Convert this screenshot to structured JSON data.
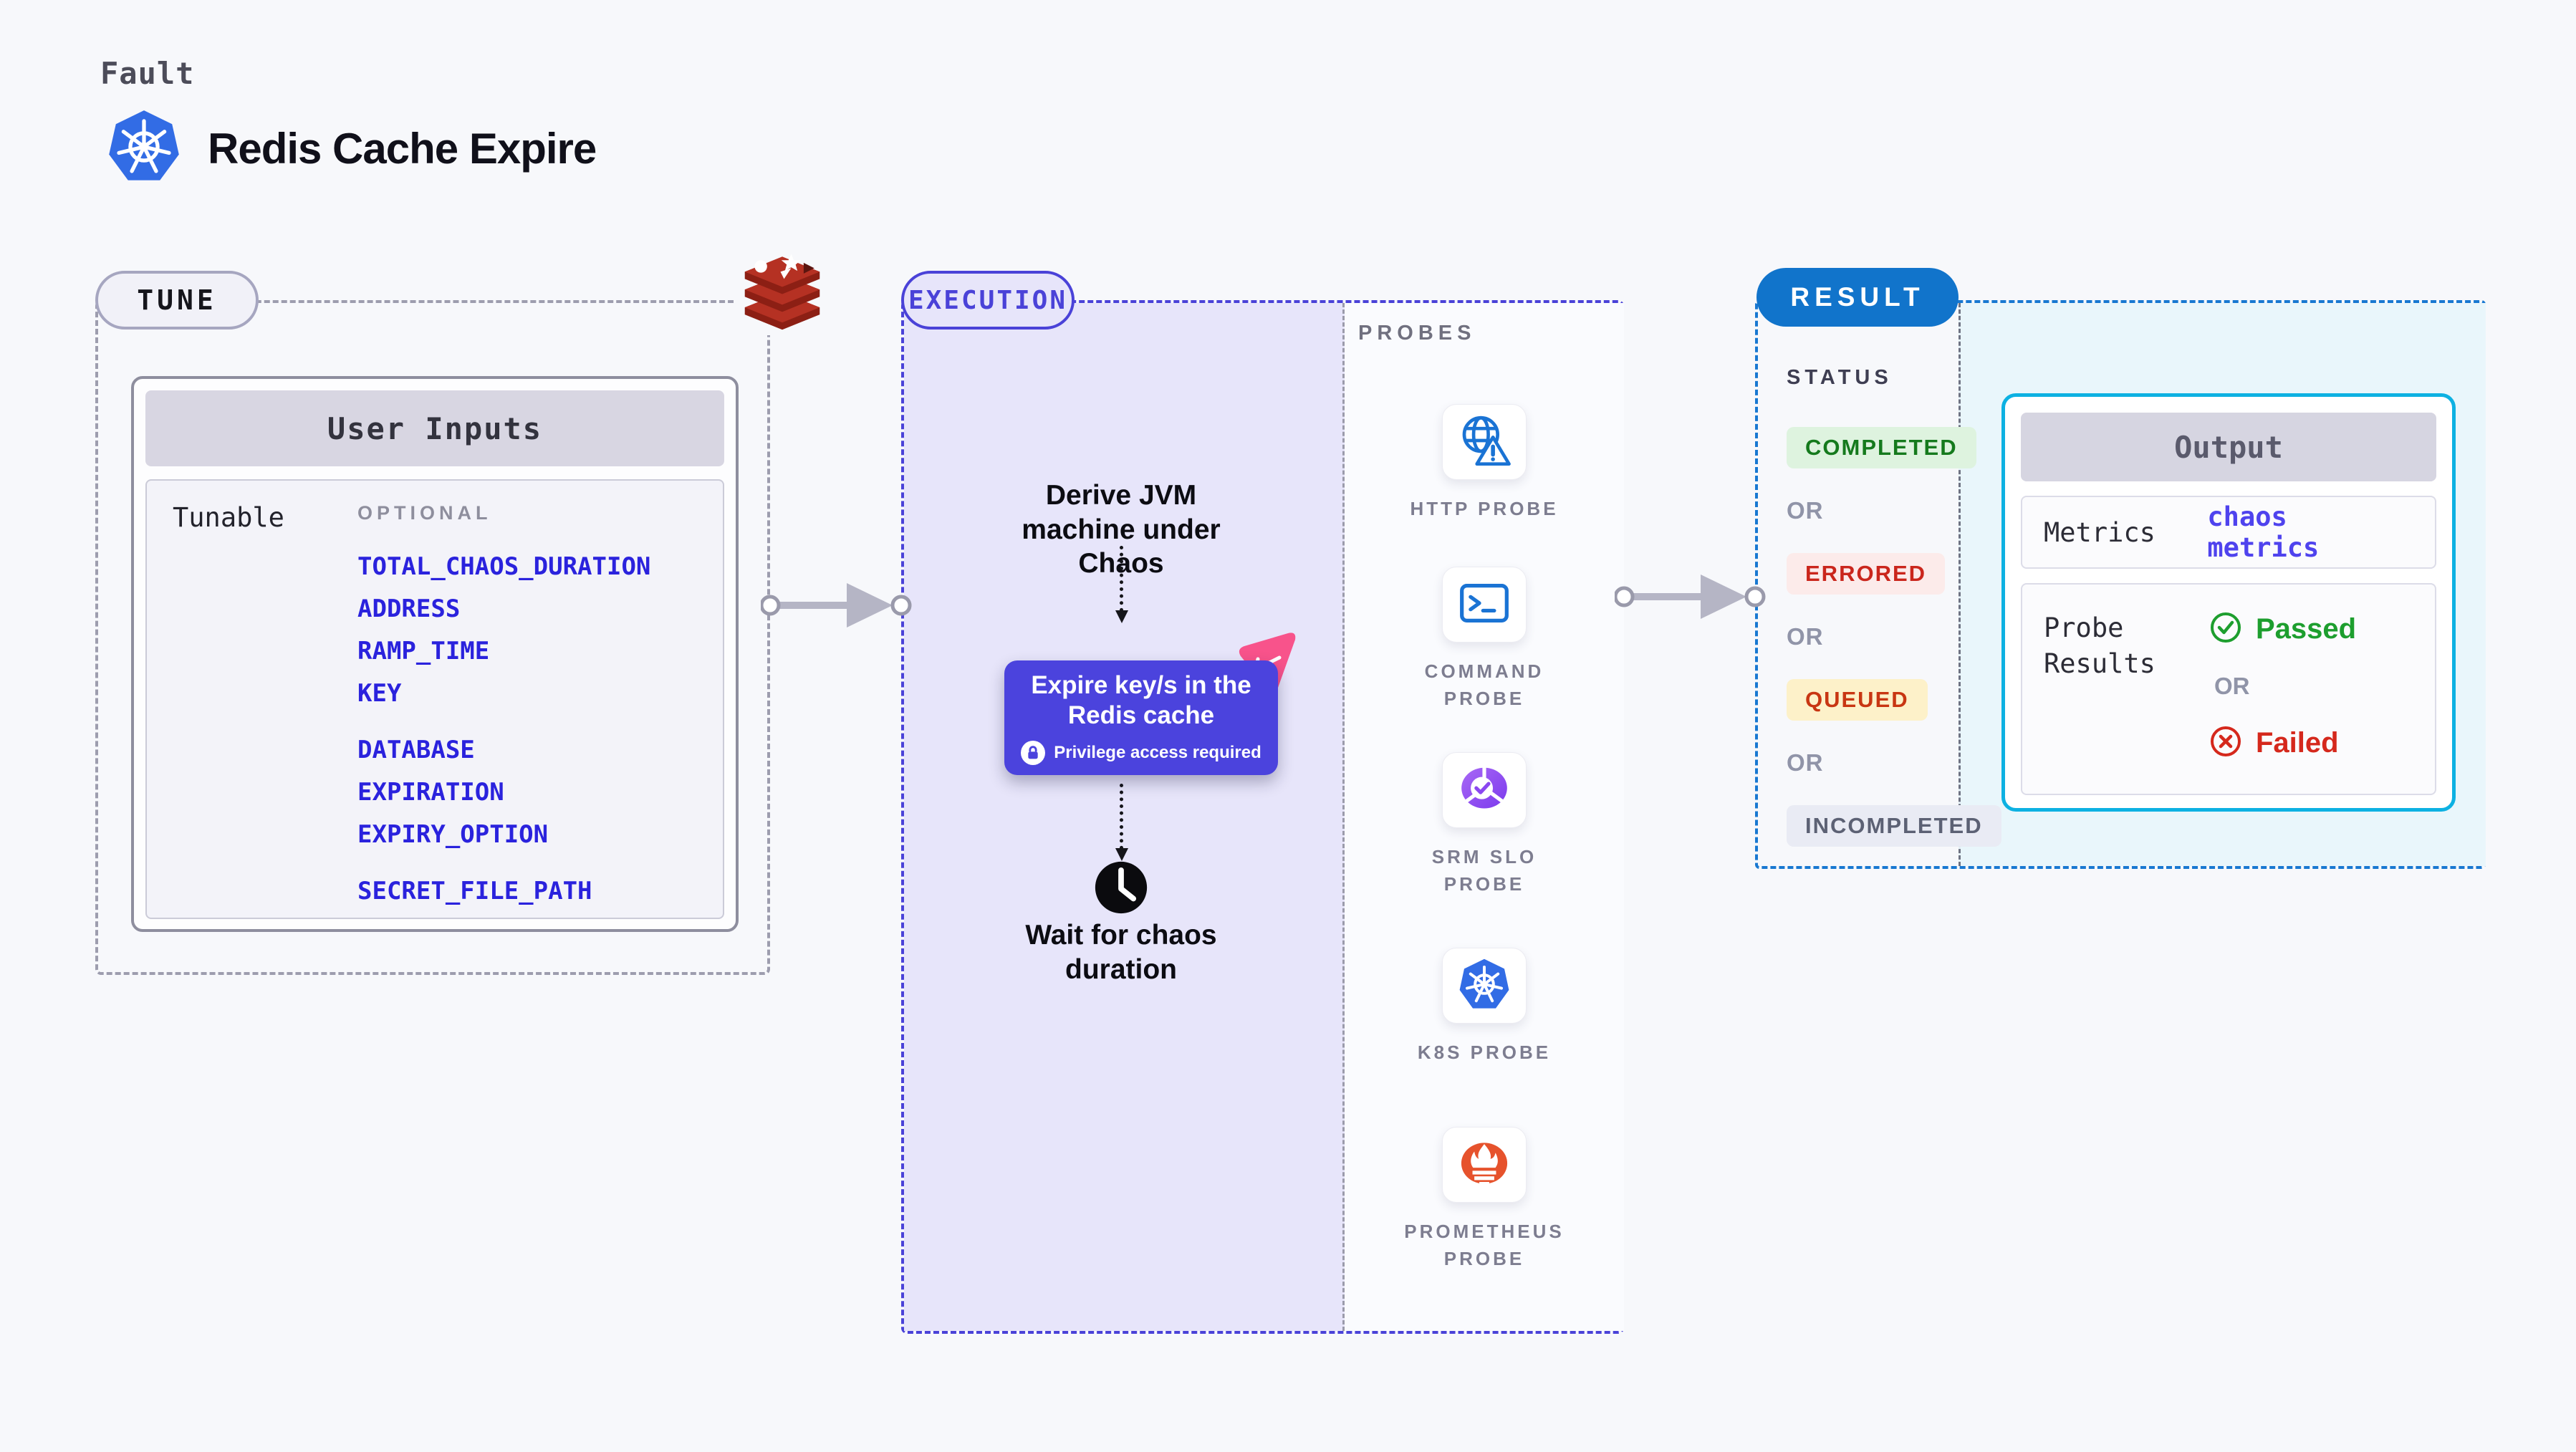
{
  "header": {
    "kicker": "Fault",
    "title": "Redis Cache Expire"
  },
  "tune": {
    "badge": "TUNE",
    "panel_title": "User Inputs",
    "row_label": "Tunable",
    "group_label": "OPTIONAL",
    "params": [
      "TOTAL_CHAOS_DURATION",
      "ADDRESS",
      "RAMP_TIME",
      "KEY",
      "DATABASE",
      "EXPIRATION",
      "EXPIRY_OPTION",
      "SECRET_FILE_PATH"
    ]
  },
  "execution": {
    "badge": "EXECUTION",
    "step1": "Derive JVM machine under Chaos",
    "task": {
      "title": "Expire key/s in the Redis cache",
      "note": "Privilege access required"
    },
    "step3": "Wait for chaos duration"
  },
  "probes": {
    "label": "PROBES",
    "items": [
      {
        "label": "HTTP PROBE",
        "icon": "globe-alert-icon"
      },
      {
        "label": "COMMAND PROBE",
        "icon": "terminal-icon"
      },
      {
        "label": "SRM SLO PROBE",
        "icon": "slo-gauge-icon"
      },
      {
        "label": "K8S PROBE",
        "icon": "kubernetes-icon"
      },
      {
        "label": "PROMETHEUS PROBE",
        "icon": "prometheus-icon"
      }
    ]
  },
  "result": {
    "badge": "RESULT",
    "status_label": "STATUS",
    "or_label": "OR",
    "statuses": [
      {
        "label": "COMPLETED",
        "bg": "#def3df",
        "color": "#157a1d"
      },
      {
        "label": "ERRORED",
        "bg": "#fcebea",
        "color": "#ca261c"
      },
      {
        "label": "QUEUED",
        "bg": "#fdf1c9",
        "color": "#c83612"
      },
      {
        "label": "INCOMPLETED",
        "bg": "#e9ebf4",
        "color": "#5c6174"
      }
    ],
    "output": {
      "panel_title": "Output",
      "metrics_label": "Metrics",
      "metrics_value": "chaos metrics",
      "probe_results_label": "Probe Results",
      "passed": "Passed",
      "or": "OR",
      "failed": "Failed"
    }
  },
  "palette": {
    "accent_indigo": "#4a42d8",
    "accent_blue": "#1174cb",
    "accent_cyan": "#0db1e2",
    "param_blue": "#2a22dd",
    "passed_green": "#1d9e2e",
    "failed_red": "#d5281c",
    "lavender_bg": "#e7e5fa",
    "cyan_bg": "#e9f6fb",
    "page_bg": "#f7f8fb",
    "kubernetes_blue": "#326ce5",
    "redis_red": "#b53123",
    "prometheus_orange": "#e6522c"
  }
}
